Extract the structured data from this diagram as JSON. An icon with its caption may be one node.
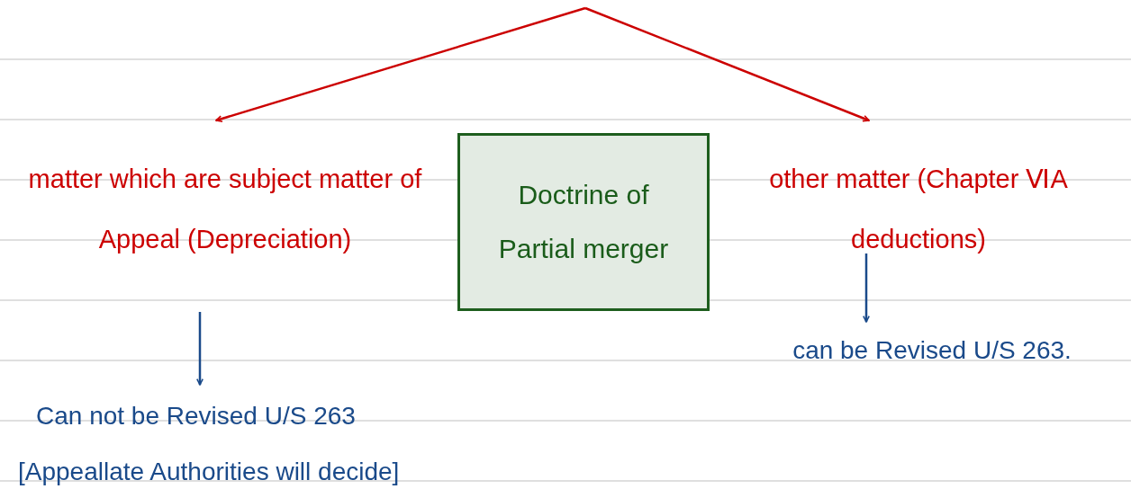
{
  "diagram": {
    "nodes": [
      {
        "text": [
          "matter which are subject matter of Appeal (Depreciation)"
        ]
      },
      {
        "text": [
          "Doctrine of Partial merger"
        ]
      },
      {
        "text": [
          "other matter (Chapter ⅥA deductions)"
        ]
      },
      {
        "text": [
          "Can not be Revised U/S 263",
          "[Appeallate Authorities will decide]"
        ]
      },
      {
        "text": [
          "can be Revised U/S 263."
        ]
      }
    ],
    "edges": [
      {
        "from": null,
        "to": 0,
        "arrow": "to",
        "color": "#cc0000"
      },
      {
        "from": null,
        "to": 2,
        "arrow": "to",
        "color": "#cc0000"
      },
      {
        "from": 0,
        "to": 3,
        "arrow": "to",
        "color": "#1a4a8a"
      },
      {
        "from": 2,
        "to": 4,
        "arrow": "to",
        "color": "#1a4a8a"
      }
    ]
  }
}
